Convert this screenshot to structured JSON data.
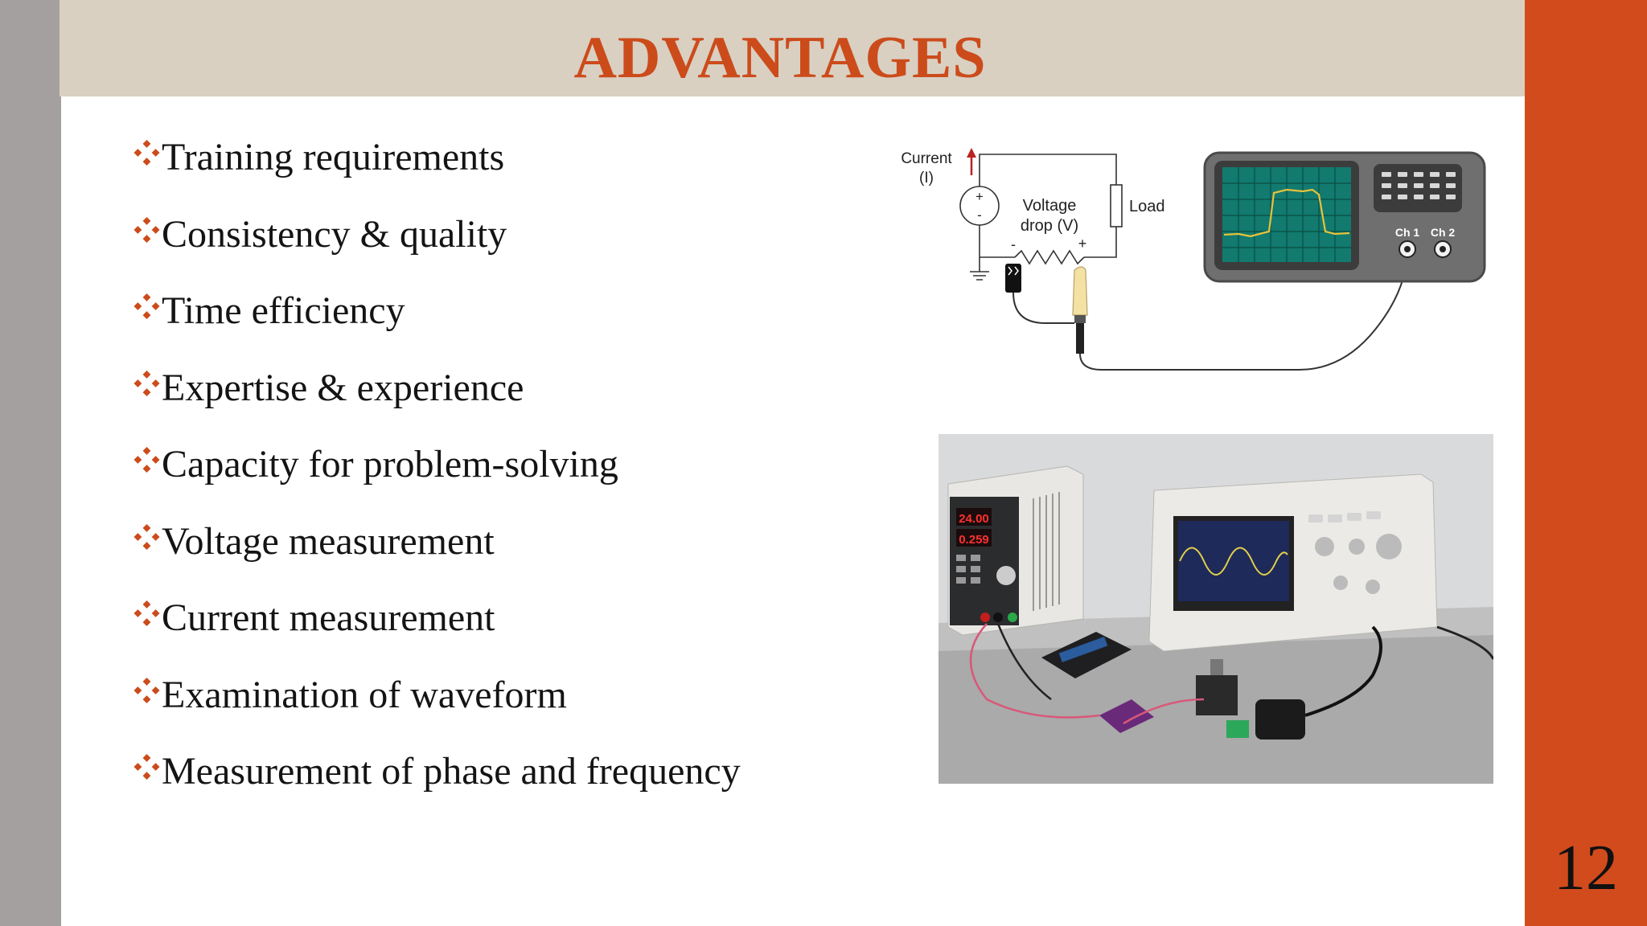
{
  "slide": {
    "title": "ADVANTAGES",
    "page_number": "12",
    "bullet_icon": "diamond-cluster-icon",
    "colors": {
      "accent": "#cc4b1b",
      "right_bar": "#d24b1c",
      "left_bar": "#a5a0a0",
      "title_band": "#d9d0c2"
    },
    "bullets": [
      "Training requirements",
      "Consistency & quality",
      "Time efficiency",
      "Expertise & experience",
      "Capacity for problem-solving",
      "Voltage measurement",
      "Current measurement",
      "Examination of waveform",
      "Measurement of phase and frequency"
    ]
  },
  "diagram": {
    "current_label_line1": "Current",
    "current_label_line2": "(I)",
    "voltage_label_line1": "Voltage",
    "voltage_label_line2": "drop (V)",
    "load_label": "Load",
    "minus_sign": "-",
    "plus_sign": "+",
    "source_plus": "+",
    "source_minus": "-",
    "ch1_label": "Ch 1",
    "ch2_label": "Ch 2"
  },
  "photo": {
    "psu_display_voltage": "24.00",
    "psu_display_current": "0.259"
  }
}
